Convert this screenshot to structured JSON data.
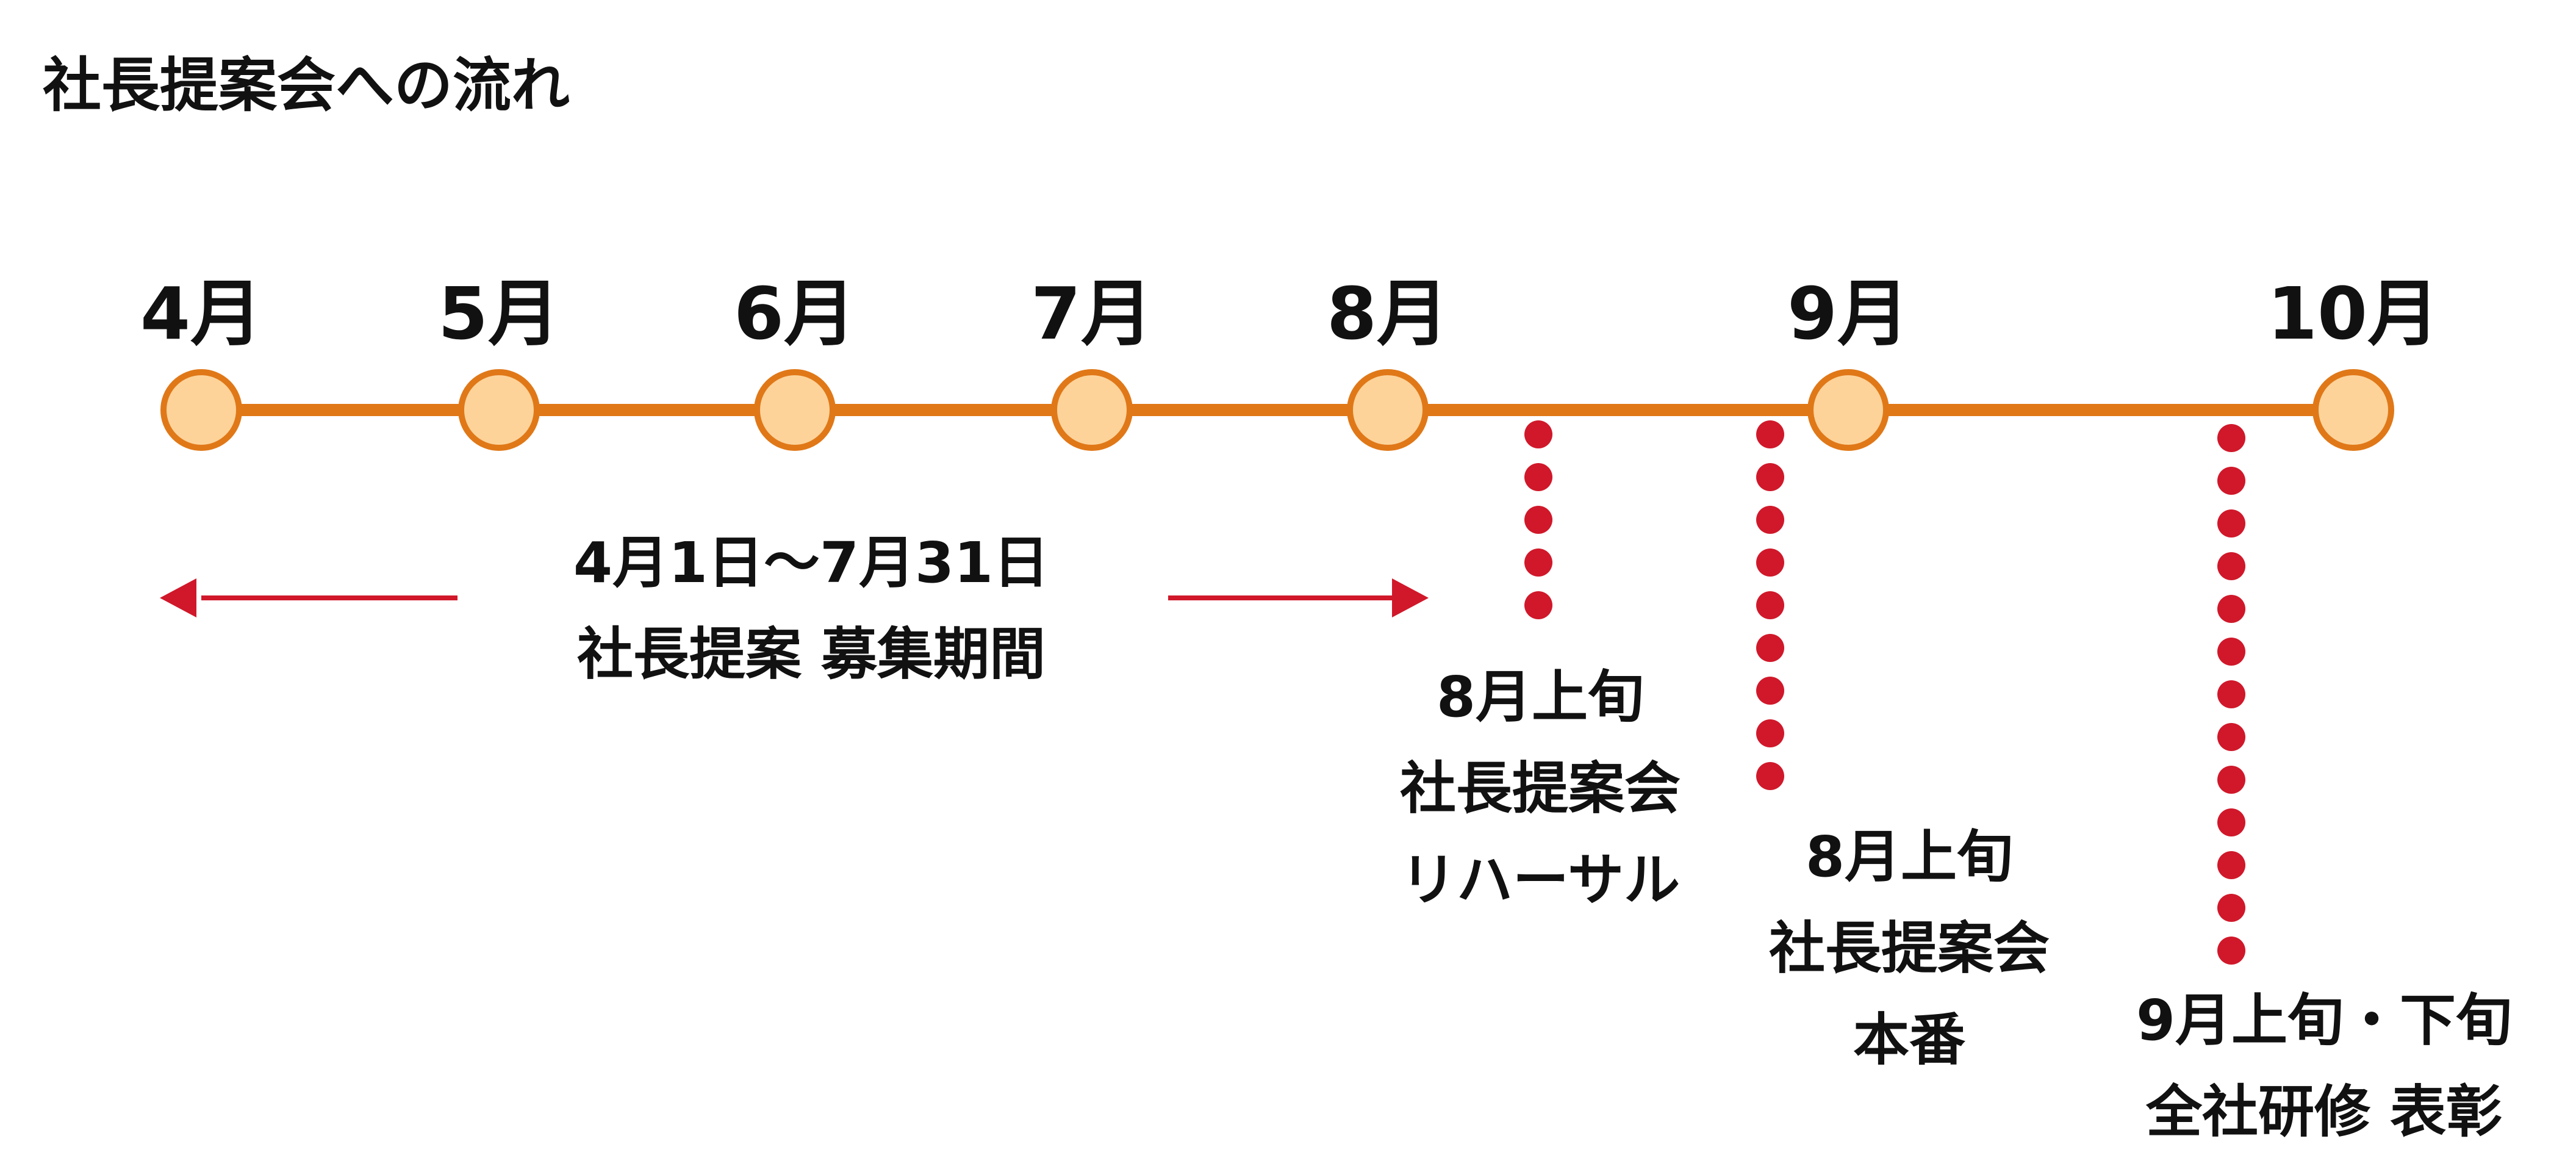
{
  "title": "社長提案会への流れ",
  "colors": {
    "timeline_line": "#E07818",
    "node_fill": "#FDD39A",
    "node_stroke": "#E07818",
    "accent_red": "#D0182A",
    "text": "#111111"
  },
  "months": [
    "4月",
    "5月",
    "6月",
    "7月",
    "8月",
    "9月",
    "10月"
  ],
  "period": {
    "line1": "4月1日〜7月31日",
    "line2": "社長提案 募集期間"
  },
  "events": [
    {
      "line1": "8月上旬",
      "line2": "社長提案会",
      "line3": "リハーサル"
    },
    {
      "line1": "8月上旬",
      "line2": "社長提案会",
      "line3": "本番"
    },
    {
      "line1": "9月上旬・下旬",
      "line2": "全社研修 表彰"
    }
  ]
}
